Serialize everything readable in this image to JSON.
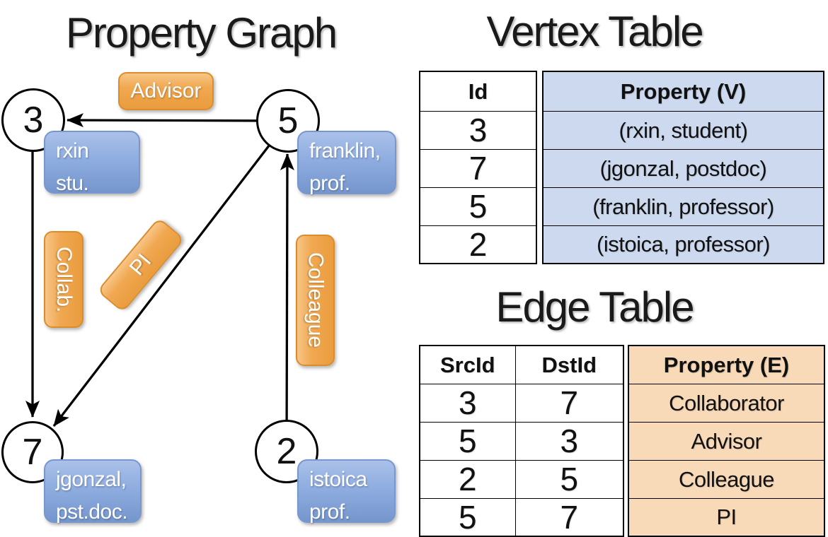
{
  "graph": {
    "title": "Property Graph",
    "nodes": [
      {
        "id": "3",
        "property_lines": [
          "rxin",
          "stu."
        ]
      },
      {
        "id": "5",
        "property_lines": [
          "franklin,",
          "prof."
        ]
      },
      {
        "id": "7",
        "property_lines": [
          "jgonzal,",
          "pst.doc."
        ]
      },
      {
        "id": "2",
        "property_lines": [
          "istoica",
          "prof."
        ]
      }
    ],
    "edges": [
      {
        "label": "Advisor",
        "src": "5",
        "dst": "3"
      },
      {
        "label": "Collab.",
        "src": "3",
        "dst": "7"
      },
      {
        "label": "PI",
        "src": "5",
        "dst": "7"
      },
      {
        "label": "Colleague",
        "src": "2",
        "dst": "5"
      }
    ]
  },
  "vertex_table": {
    "title": "Vertex Table",
    "headers": [
      "Id",
      "Property (V)"
    ],
    "rows": [
      {
        "id": "3",
        "property": "(rxin, student)"
      },
      {
        "id": "7",
        "property": "(jgonzal, postdoc)"
      },
      {
        "id": "5",
        "property": "(franklin, professor)"
      },
      {
        "id": "2",
        "property": "(istoica, professor)"
      }
    ]
  },
  "edge_table": {
    "title": "Edge Table",
    "headers": [
      "SrcId",
      "DstId",
      "Property (E)"
    ],
    "rows": [
      {
        "src_id": "3",
        "dst_id": "7",
        "property": "Collaborator"
      },
      {
        "src_id": "5",
        "dst_id": "3",
        "property": "Advisor"
      },
      {
        "src_id": "2",
        "dst_id": "5",
        "property": "Colleague"
      },
      {
        "src_id": "5",
        "dst_id": "7",
        "property": "PI"
      }
    ]
  },
  "colors": {
    "vertex_box_fill": "#8fade0",
    "vertex_box_border": "#7897cf",
    "edge_box_fill": "#f0a851",
    "edge_box_border": "#d98d2b",
    "vertex_table_cell": "#cdd9ef",
    "edge_table_cell": "#f8d9b8",
    "line_color": "#000000"
  }
}
